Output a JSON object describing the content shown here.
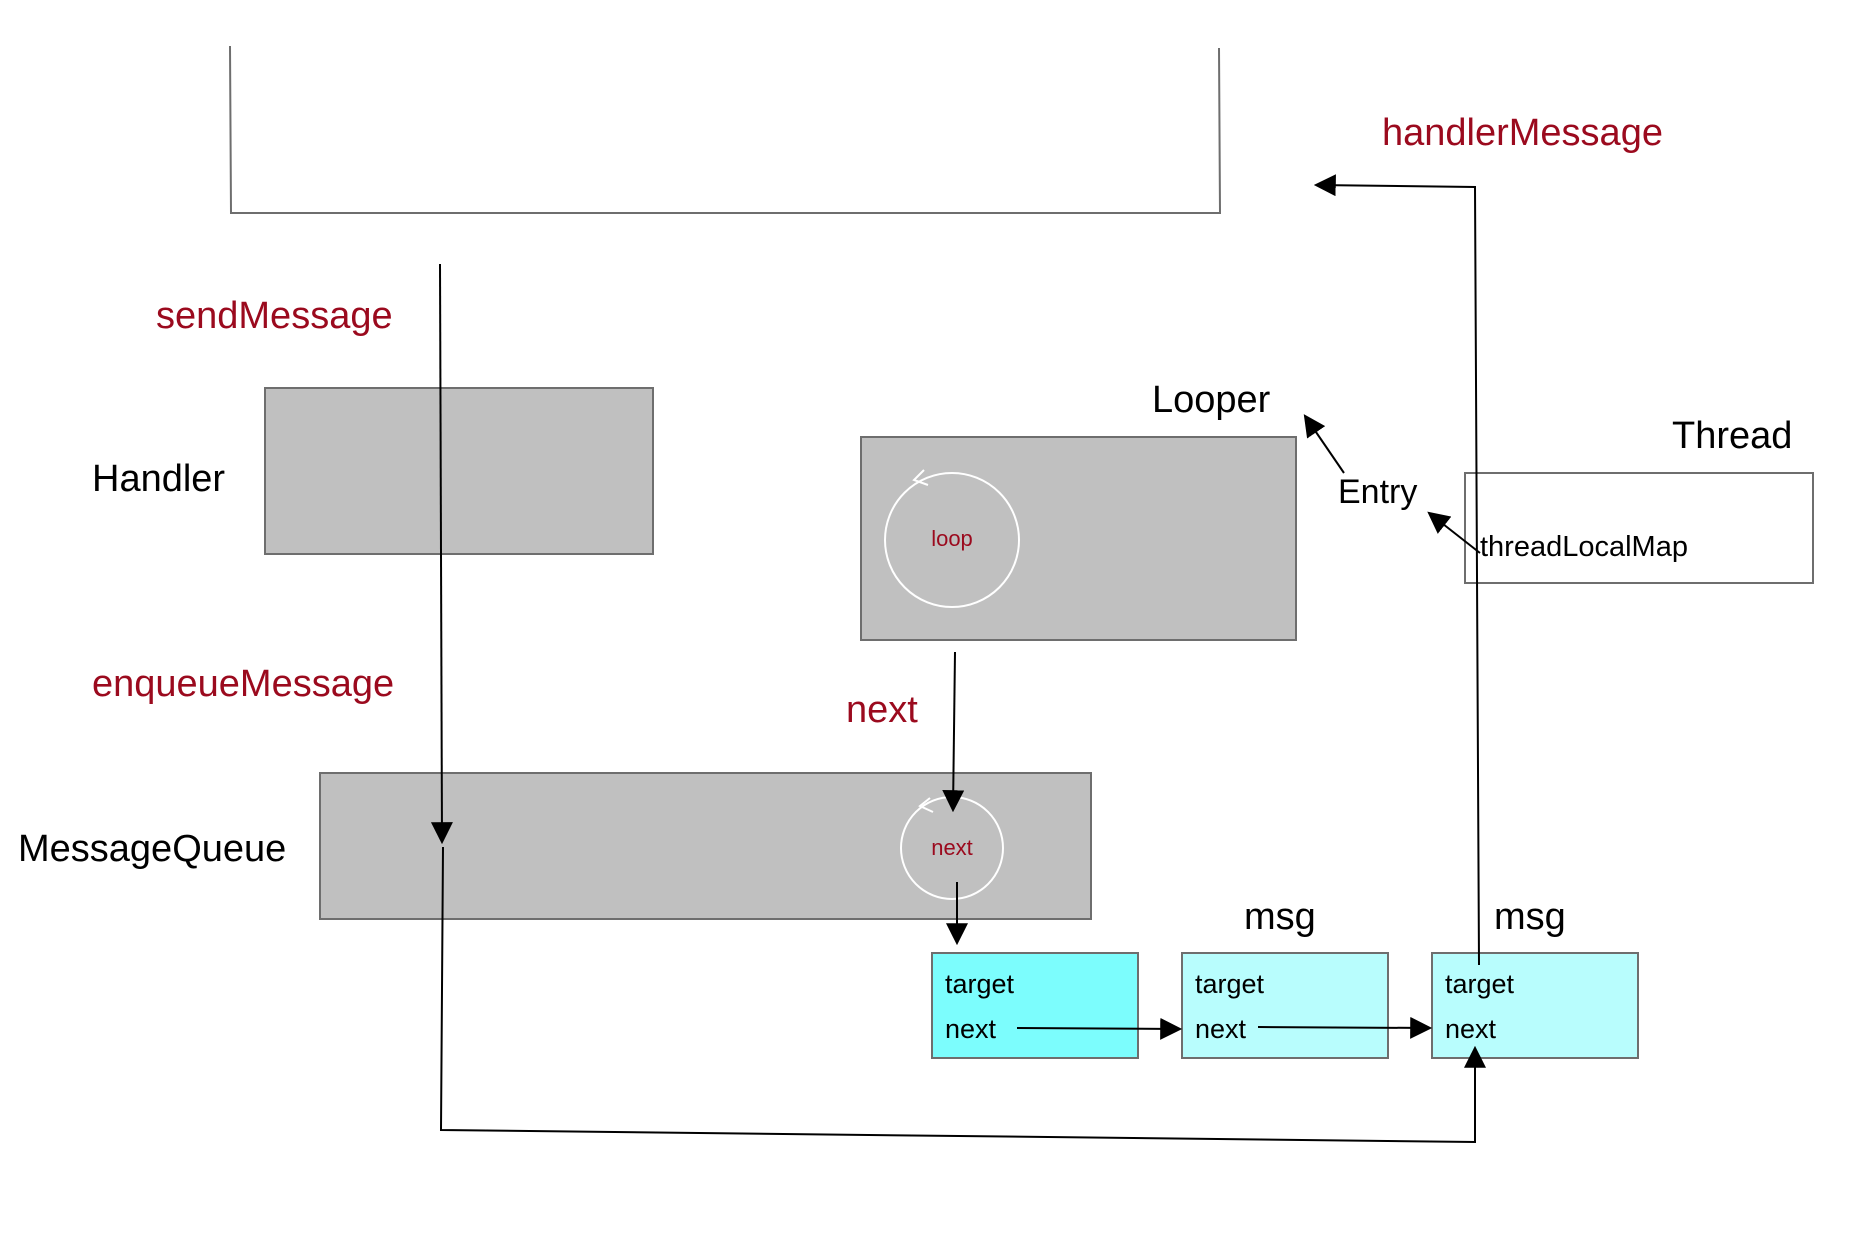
{
  "labels": {
    "send_message": "sendMessage",
    "handler_message": "handlerMessage",
    "handler": "Handler",
    "looper": "Looper",
    "thread": "Thread",
    "entry": "Entry",
    "thread_local_map": "threadLocalMap",
    "enqueue_message": "enqueueMessage",
    "next_label": "next",
    "message_queue": "MessageQueue",
    "loop_circle": "loop",
    "queue_next_circle": "next"
  },
  "messages": [
    {
      "caption": "",
      "target": "target",
      "next": "next"
    },
    {
      "caption": "msg",
      "target": "target",
      "next": "next"
    },
    {
      "caption": "msg",
      "target": "target",
      "next": "next"
    }
  ],
  "colors": {
    "method_text": "#9b0a1e",
    "box_gray": "#c0c0c0",
    "box_border": "#6e6e6e",
    "msg_first": "#7cfdfd",
    "msg_other": "#b8fdfd",
    "line": "#000000"
  }
}
